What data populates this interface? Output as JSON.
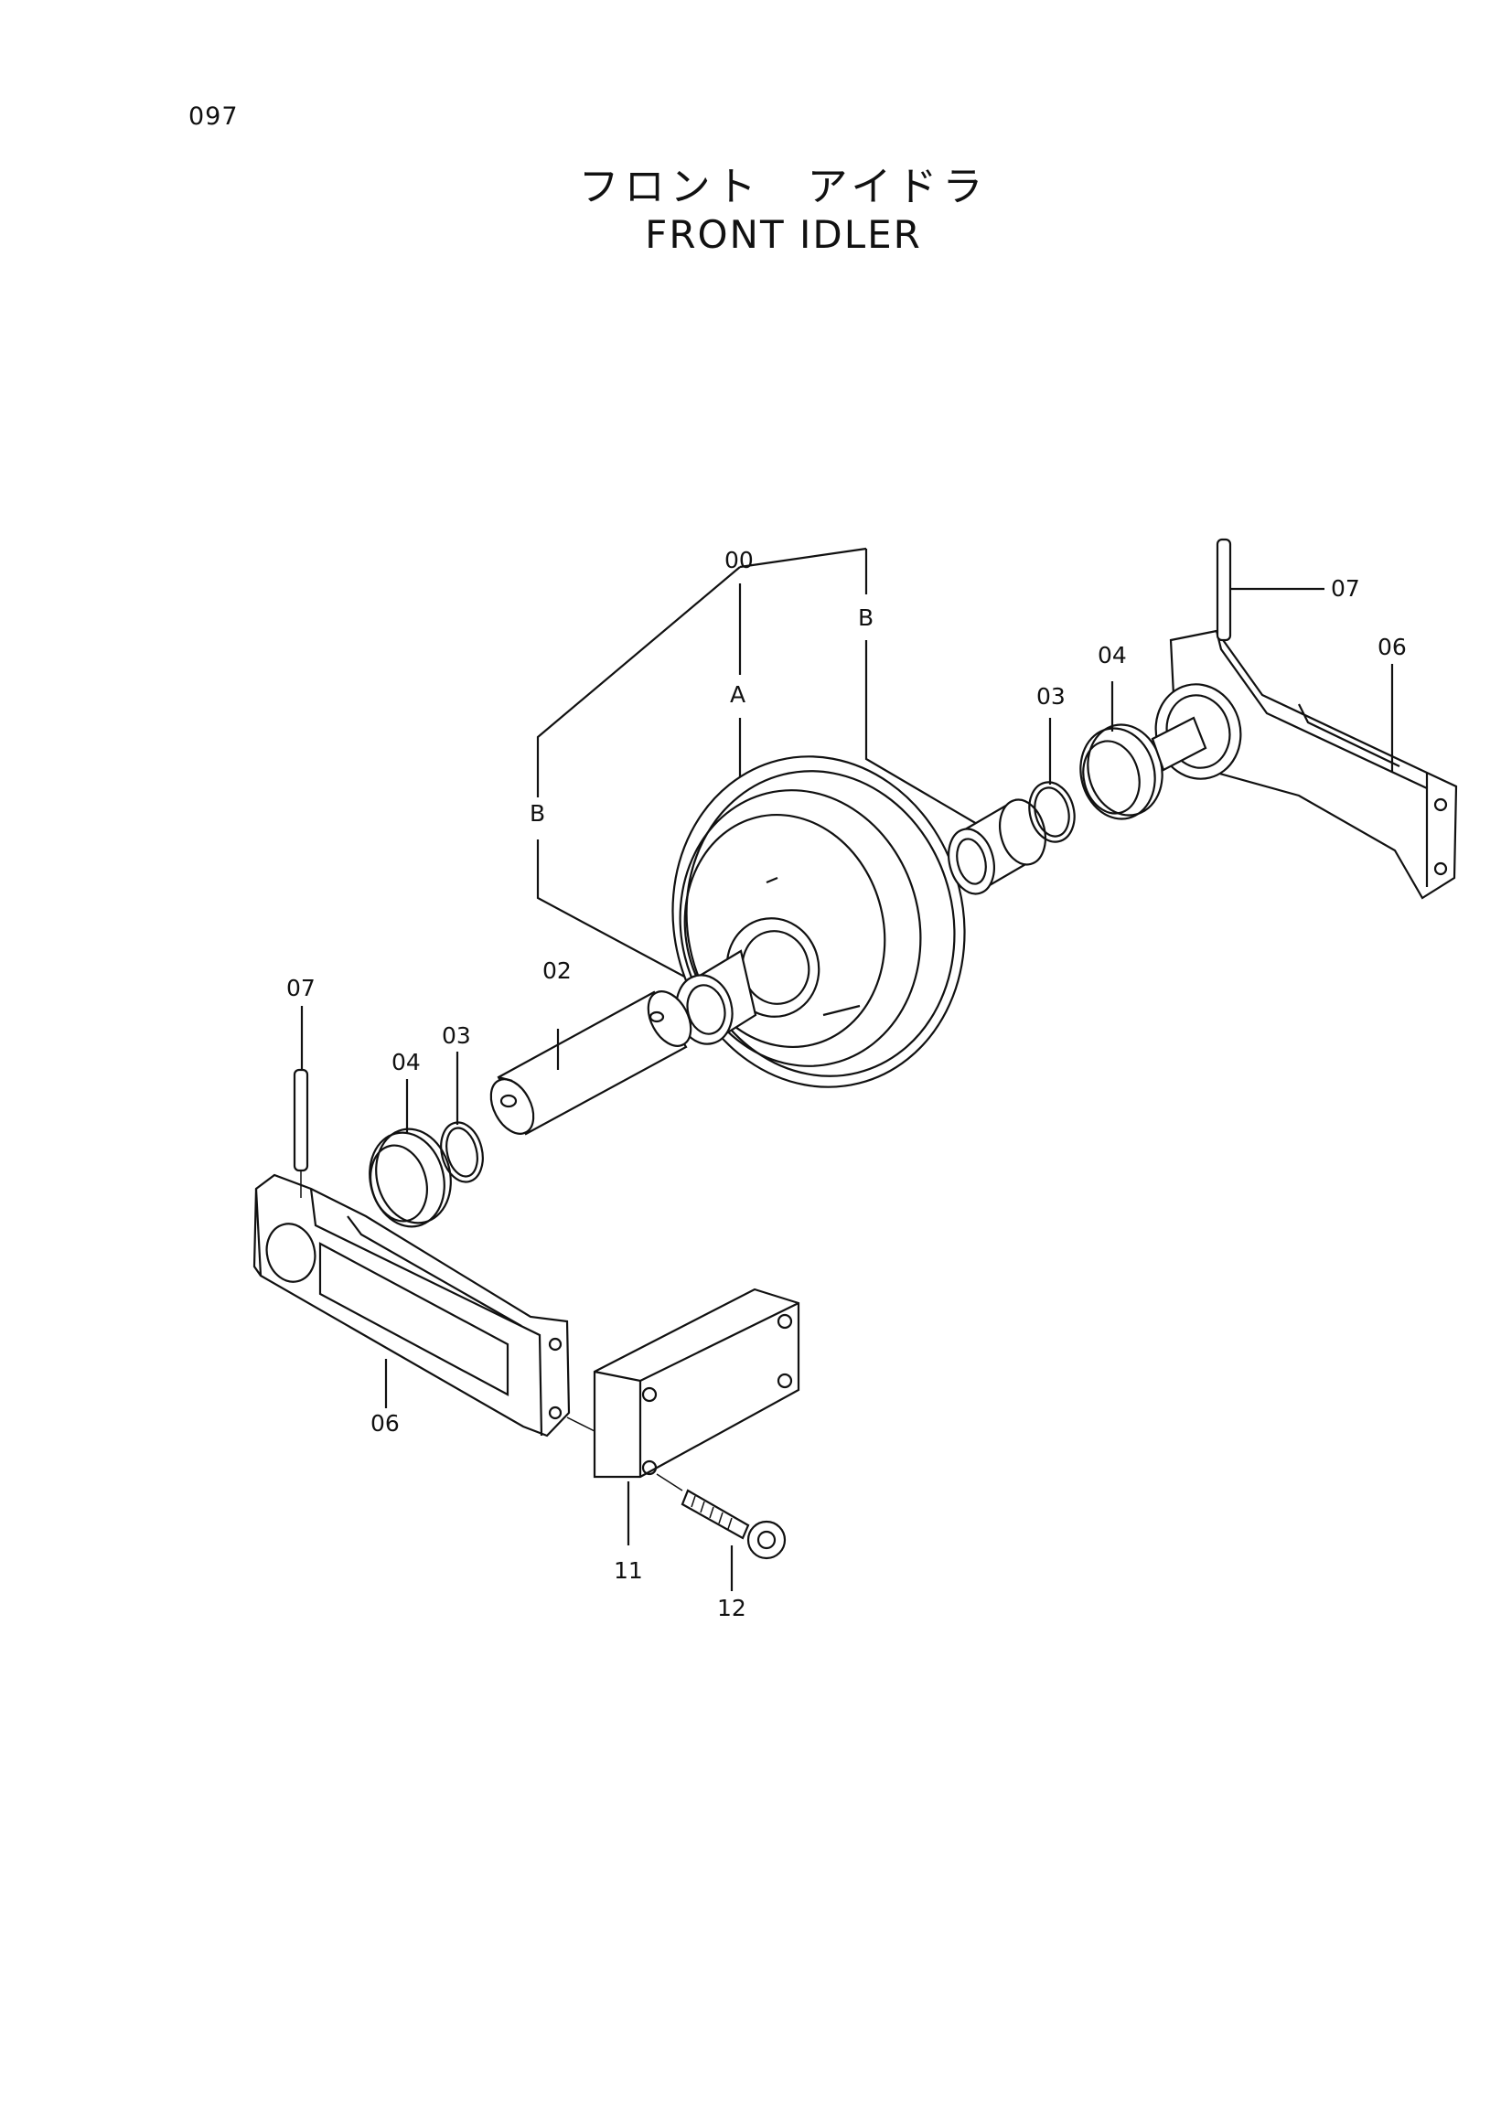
{
  "page": {
    "number": "097"
  },
  "title": {
    "japanese": "フロント　アイドラ",
    "english": "FRONT  IDLER"
  },
  "callouts": [
    {
      "id": "c00",
      "text": "00"
    },
    {
      "id": "cA",
      "text": "A"
    },
    {
      "id": "cB1",
      "text": "B"
    },
    {
      "id": "cB2",
      "text": "B"
    },
    {
      "id": "c02",
      "text": "02"
    },
    {
      "id": "c03a",
      "text": "03"
    },
    {
      "id": "c03b",
      "text": "03"
    },
    {
      "id": "c04a",
      "text": "04"
    },
    {
      "id": "c04b",
      "text": "04"
    },
    {
      "id": "c06a",
      "text": "06"
    },
    {
      "id": "c06b",
      "text": "06"
    },
    {
      "id": "c07a",
      "text": "07"
    },
    {
      "id": "c07b",
      "text": "07"
    },
    {
      "id": "c11",
      "text": "11"
    },
    {
      "id": "c12",
      "text": "12"
    }
  ]
}
